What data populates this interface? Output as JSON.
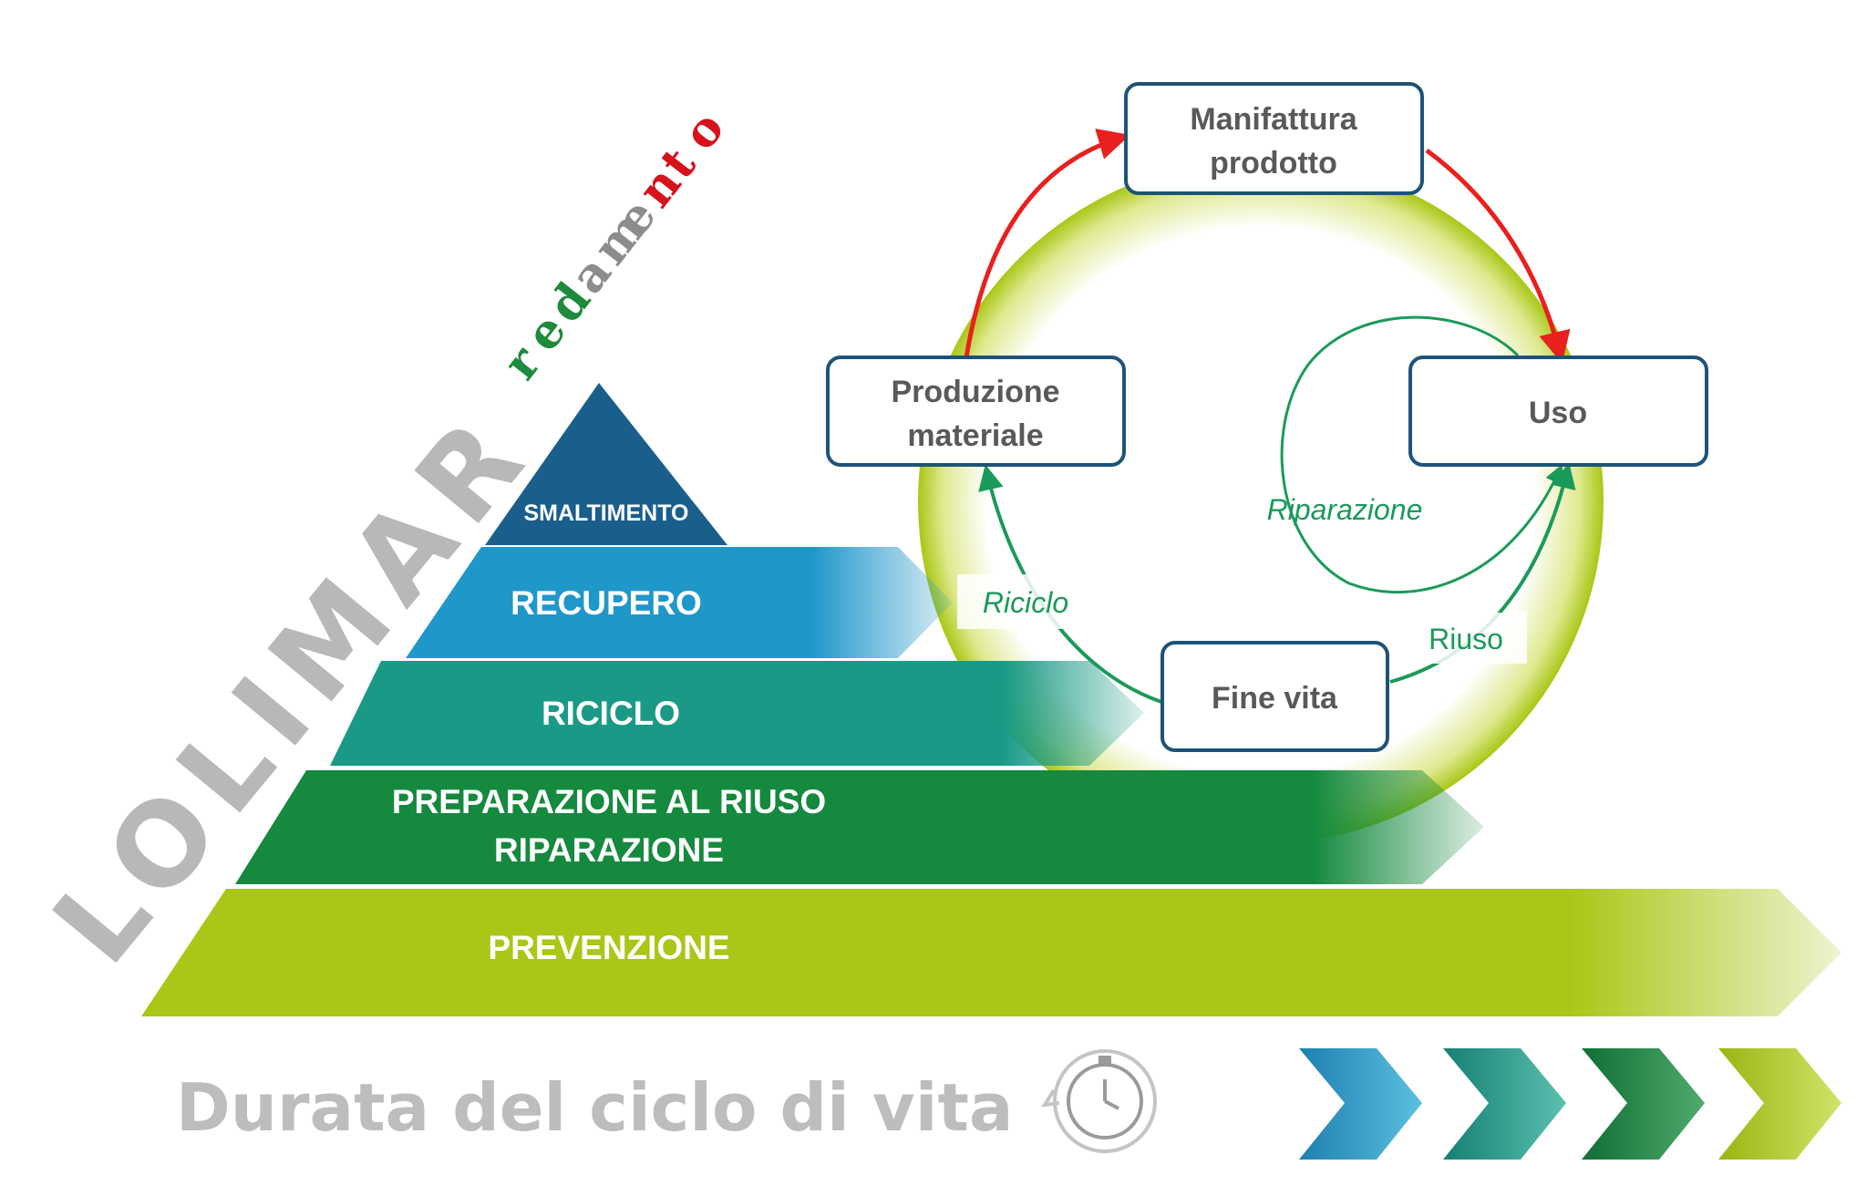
{
  "brand": {
    "name": "LOLIMAR",
    "sub_letters": [
      {
        "ch": "r",
        "color": "#1e8a3c"
      },
      {
        "ch": "e",
        "color": "#1e8a3c"
      },
      {
        "ch": "d",
        "color": "#1e8a3c"
      },
      {
        "ch": "a",
        "color": "#8c8c8c"
      },
      {
        "ch": "m",
        "color": "#8c8c8c"
      },
      {
        "ch": "e",
        "color": "#8c8c8c"
      },
      {
        "ch": "n",
        "color": "#d6121b"
      },
      {
        "ch": "t",
        "color": "#d6121b"
      },
      {
        "ch": "o",
        "color": "#d6121b"
      }
    ]
  },
  "pyramid": {
    "levels": [
      {
        "label": "SMALTIMENTO",
        "color": "#1a5f8c"
      },
      {
        "label": "RECUPERO",
        "color": "#1f97c9"
      },
      {
        "label": "RICICLO",
        "color": "#1a9a86"
      },
      {
        "label_lines": [
          "PREPARAZIONE AL RIUSO",
          "RIPARAZIONE"
        ],
        "color": "#15893e"
      },
      {
        "label": "PREVENZIONE",
        "color": "#a9c716"
      }
    ]
  },
  "cycle": {
    "nodes": {
      "manufacture": {
        "lines": [
          "Manifattura",
          "prodotto"
        ]
      },
      "material": {
        "lines": [
          "Produzione",
          "materiale"
        ]
      },
      "use": {
        "lines": [
          "Uso"
        ]
      },
      "end_of_life": {
        "lines": [
          "Fine vita"
        ]
      }
    },
    "edges": {
      "recycle": "Riciclo",
      "repair": "Riparazione",
      "reuse": "Riuso"
    },
    "colors": {
      "forward_arrow": "#e8201e",
      "return_arrow": "#1a9a5a",
      "ring": "#a9c716",
      "box_border": "#1d5378"
    }
  },
  "footer": {
    "label": "Durata del ciclo di vita",
    "chevron_colors": [
      "#29a0c8",
      "#1d9a8a",
      "#158a42",
      "#a9c716"
    ]
  }
}
